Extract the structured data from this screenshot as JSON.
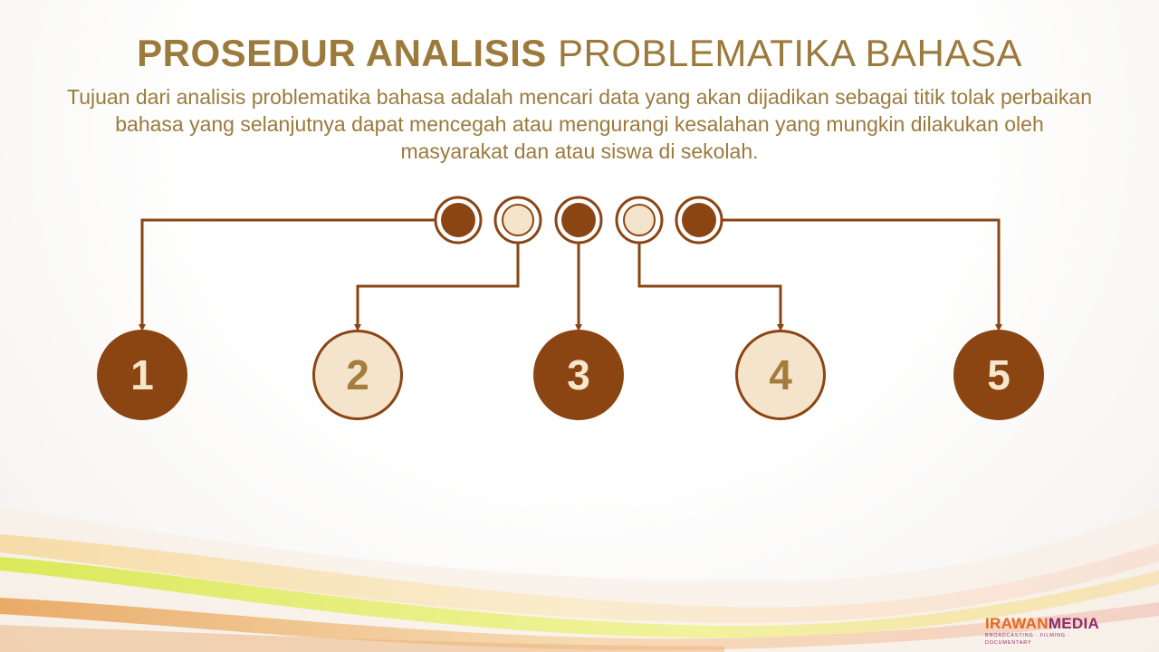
{
  "slide": {
    "title_bold": "PROSEDUR ANALISIS",
    "title_light": "PROBLEMATIKA BAHASA",
    "description": "Tujuan dari analisis problematika bahasa adalah mencari data yang akan dijadikan sebagai titik tolak perbaikan bahasa yang selanjutnya dapat mencegah atau mengurangi kesalahan yang mungkin dilakukan oleh masyarakat dan atau siswa di sekolah."
  },
  "steps": [
    {
      "label": "1",
      "style": "dark"
    },
    {
      "label": "2",
      "style": "light"
    },
    {
      "label": "3",
      "style": "dark"
    },
    {
      "label": "4",
      "style": "light"
    },
    {
      "label": "5",
      "style": "dark"
    }
  ],
  "colors": {
    "dark": "#8b4513",
    "light": "#f4e4cb",
    "text": "#9b7a3c"
  },
  "logo": {
    "name_part1": "IRAWAN",
    "name_part2": "MEDIA",
    "tagline": "BROADCASTING · FILMING · DOCUMENTARY"
  }
}
